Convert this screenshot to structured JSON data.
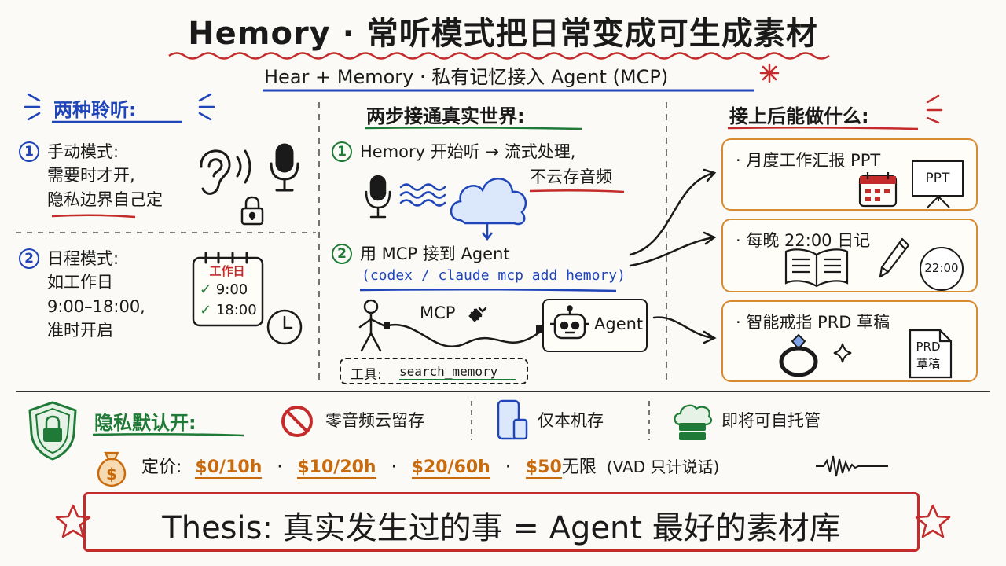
{
  "header": {
    "title": "Hemory · 常听模式把日常变成可生成素材",
    "subtitle": "Hear + Memory · 私有记忆接入 Agent (MCP)"
  },
  "left": {
    "heading": "两种聆听:",
    "mode1": {
      "num": "1",
      "line1": "手动模式:",
      "line2": "需要时才开,",
      "line3": "隐私边界自己定"
    },
    "mode2": {
      "num": "2",
      "line1": "日程模式:",
      "line2": "如工作日",
      "line3": "9:00–18:00,",
      "line4": "准时开启"
    },
    "calendar": {
      "title": "工作日",
      "time1": "9:00",
      "time2": "18:00"
    }
  },
  "middle": {
    "heading": "两步接通真实世界:",
    "step1": {
      "num": "1",
      "line1": "Hemory 开始听 → 流式处理,",
      "line2": "不云存音频"
    },
    "step2": {
      "num": "2",
      "line1": "用 MCP 接到 Agent",
      "command": "(codex / claude mcp add hemory)"
    },
    "mcp_label": "MCP",
    "agent_label": "Agent",
    "tool": {
      "prefix": "工具:",
      "name": "search_memory"
    }
  },
  "right": {
    "heading": "接上后能做什么:",
    "cards": [
      {
        "label": "· 月度工作汇报 PPT",
        "badge": "PPT"
      },
      {
        "label": "· 每晚 22:00 日记",
        "badge": "22:00"
      },
      {
        "label": "· 智能戒指 PRD 草稿",
        "badge1": "PRD",
        "badge2": "草稿"
      }
    ]
  },
  "privacy": {
    "heading": "隐私默认开:",
    "items": [
      "零音频云留存",
      "仅本机存",
      "即将可自托管"
    ]
  },
  "pricing": {
    "label": "定价:",
    "tiers": [
      "$0/10h",
      "$10/20h",
      "$20/60h",
      "$50"
    ],
    "separator": "·",
    "unlimited": "无限",
    "note": "(VAD 只计说话)"
  },
  "thesis": "Thesis: 真实发生过的事 = Agent 最好的素材库",
  "colors": {
    "blue": "#1f45b8",
    "green": "#1e7a36",
    "orange": "#c96a0c",
    "red": "#c42b2b",
    "ink": "#1a1a1a"
  }
}
